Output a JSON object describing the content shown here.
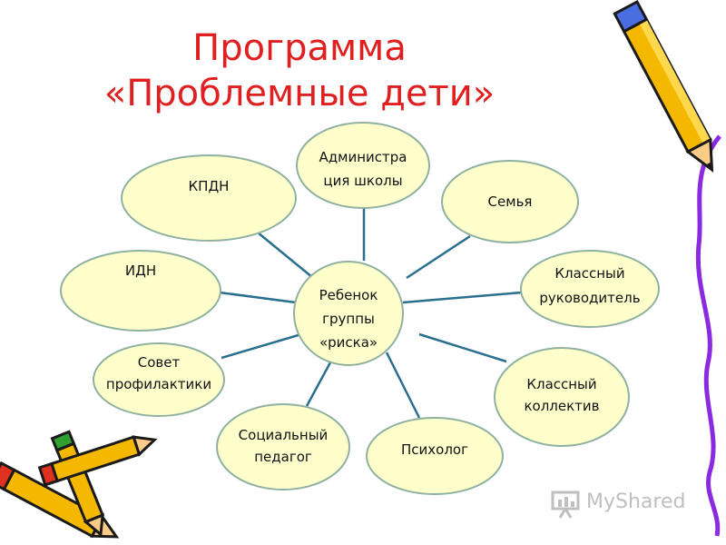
{
  "title": {
    "line1": "Программа",
    "line2": "«Проблемные дети»"
  },
  "center": {
    "lines": [
      "Ребенок",
      "группы",
      "«риска»"
    ]
  },
  "nodes": [
    {
      "id": "administration",
      "lines": [
        "Администра",
        "ция школы"
      ]
    },
    {
      "id": "kpdn",
      "lines": [
        "КПДН"
      ]
    },
    {
      "id": "family",
      "lines": [
        "Семья"
      ]
    },
    {
      "id": "idn",
      "lines": [
        "ИДН"
      ]
    },
    {
      "id": "class-teacher",
      "lines": [
        "Классный",
        "руководитель"
      ]
    },
    {
      "id": "prevention-council",
      "lines": [
        "Совет",
        "профилактики"
      ]
    },
    {
      "id": "class-collective",
      "lines": [
        "Классный",
        "коллектив"
      ]
    },
    {
      "id": "social-teacher",
      "lines": [
        "Социальный",
        "педагог"
      ]
    },
    {
      "id": "psychologist",
      "lines": [
        "Психолог"
      ]
    }
  ],
  "watermark": "MyShared",
  "colors": {
    "title": "#e02020",
    "node_fill": "#ffffcc",
    "node_stroke": "#8fb1a0",
    "connector": "#2a6f8f"
  },
  "decorations": [
    "pencil-icon",
    "pencils-icon",
    "purple-squiggle"
  ]
}
